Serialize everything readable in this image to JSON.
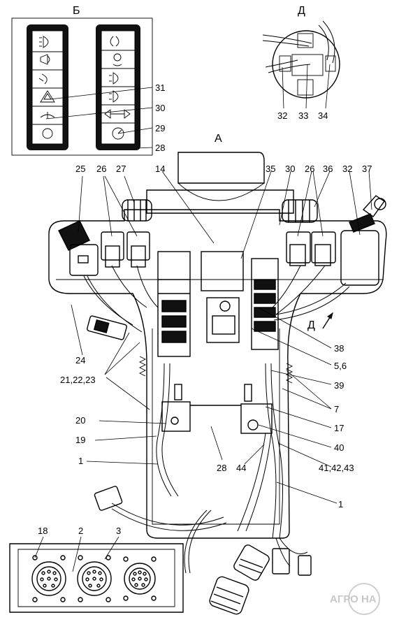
{
  "views": {
    "b": "Б",
    "d": "Д",
    "a": "А",
    "d_arrow": "Д"
  },
  "labels": [
    {
      "id": "31",
      "text": "31"
    },
    {
      "id": "30a",
      "text": "30"
    },
    {
      "id": "29",
      "text": "29"
    },
    {
      "id": "28a",
      "text": "28"
    },
    {
      "id": "32a",
      "text": "32"
    },
    {
      "id": "33",
      "text": "33"
    },
    {
      "id": "34",
      "text": "34"
    },
    {
      "id": "25",
      "text": "25"
    },
    {
      "id": "26a",
      "text": "26"
    },
    {
      "id": "27",
      "text": "27"
    },
    {
      "id": "14",
      "text": "14"
    },
    {
      "id": "35",
      "text": "35"
    },
    {
      "id": "30b",
      "text": "30"
    },
    {
      "id": "26b",
      "text": "26"
    },
    {
      "id": "36",
      "text": "36"
    },
    {
      "id": "32b",
      "text": "32"
    },
    {
      "id": "37",
      "text": "37"
    },
    {
      "id": "24",
      "text": "24"
    },
    {
      "id": "21",
      "text": "21,22,23"
    },
    {
      "id": "38",
      "text": "38"
    },
    {
      "id": "56",
      "text": "5,6"
    },
    {
      "id": "39",
      "text": "39"
    },
    {
      "id": "7",
      "text": "7"
    },
    {
      "id": "20",
      "text": "20"
    },
    {
      "id": "17",
      "text": "17"
    },
    {
      "id": "19",
      "text": "19"
    },
    {
      "id": "40",
      "text": "40"
    },
    {
      "id": "1a",
      "text": "1"
    },
    {
      "id": "28b",
      "text": "28"
    },
    {
      "id": "44",
      "text": "44"
    },
    {
      "id": "41",
      "text": "41,42,43"
    },
    {
      "id": "1b",
      "text": "1"
    },
    {
      "id": "18",
      "text": "18"
    },
    {
      "id": "2",
      "text": "2"
    },
    {
      "id": "3",
      "text": "3"
    }
  ],
  "watermark": "АГРО НА"
}
